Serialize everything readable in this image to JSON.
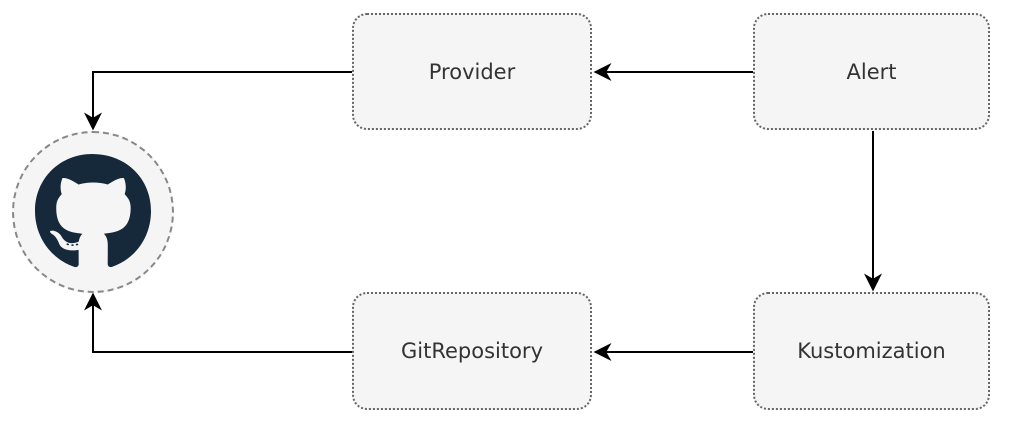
{
  "diagram": {
    "type": "flowchart",
    "nodes": {
      "provider": {
        "label": "Provider"
      },
      "alert": {
        "label": "Alert"
      },
      "gitrepository": {
        "label": "GitRepository"
      },
      "kustomization": {
        "label": "Kustomization"
      },
      "github": {
        "label": "",
        "icon": "github-octocat-icon"
      }
    },
    "edges": [
      {
        "from": "alert",
        "to": "provider"
      },
      {
        "from": "alert",
        "to": "kustomization"
      },
      {
        "from": "kustomization",
        "to": "gitrepository"
      },
      {
        "from": "provider",
        "to": "github"
      },
      {
        "from": "gitrepository",
        "to": "github"
      }
    ]
  },
  "colors": {
    "canvas_bg": "#ffffff",
    "node_fill": "#f5f5f5",
    "node_border": "#666666",
    "node_text": "#333333",
    "arrow": "#000000",
    "github_icon": "#15293b",
    "circle_fill": "#f5f5f5",
    "circle_border": "#888888"
  }
}
